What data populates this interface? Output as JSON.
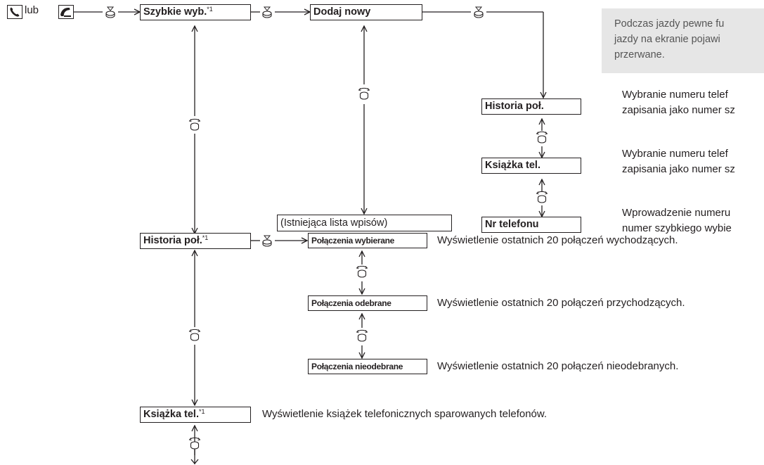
{
  "connector": "lub",
  "icons": {
    "phone_button": "phone-icon",
    "talk_button": "phone-pickup-icon",
    "press_knob": "press-knob-icon",
    "rotate_knob": "rotate-knob-icon"
  },
  "boxes": {
    "speed_dial": {
      "label": "Szybkie wyb.",
      "footnote": "*1"
    },
    "add_new": {
      "label": "Dodaj nowy"
    },
    "sub_call_history": {
      "label": "Historia poł."
    },
    "sub_phonebook": {
      "label": "Książka tel."
    },
    "sub_phone_number": {
      "label": "Nr telefonu"
    },
    "existing_list": {
      "label": "(Istniejąca lista wpisów)"
    },
    "call_history": {
      "label": "Historia poł.",
      "footnote": "*1"
    },
    "dialed_calls": {
      "label": "Połączenia wybierane"
    },
    "received_calls": {
      "label": "Połączenia odebrane"
    },
    "missed_calls": {
      "label": "Połączenia nieodebrane"
    },
    "phonebook": {
      "label": "Książka tel.",
      "footnote": "*1"
    }
  },
  "descriptions": {
    "call_history_speed_dial": [
      "Wybranie numeru telef",
      "zapisania jako numer sz"
    ],
    "phonebook_speed_dial": [
      "Wybranie numeru telef",
      "zapisania jako numer sz"
    ],
    "phone_number_speed_dial": [
      "Wprowadzenie numeru",
      "numer szybkiego wybie"
    ],
    "dialed_calls": "Wyświetlenie ostatnich 20 połączeń wychodzących.",
    "received_calls": "Wyświetlenie ostatnich 20 połączeń przychodzących.",
    "missed_calls": "Wyświetlenie ostatnich 20 połączeń nieodebranych.",
    "phonebook": "Wyświetlenie książek telefonicznych sparowanych telefonów."
  },
  "note": {
    "lines": [
      "Podczas jazdy pewne fu",
      "jazdy na ekranie pojawi",
      "przerwane."
    ],
    "background": "#e6e6e6",
    "text_color": "#555555"
  },
  "colors": {
    "ink": "#231f20"
  }
}
